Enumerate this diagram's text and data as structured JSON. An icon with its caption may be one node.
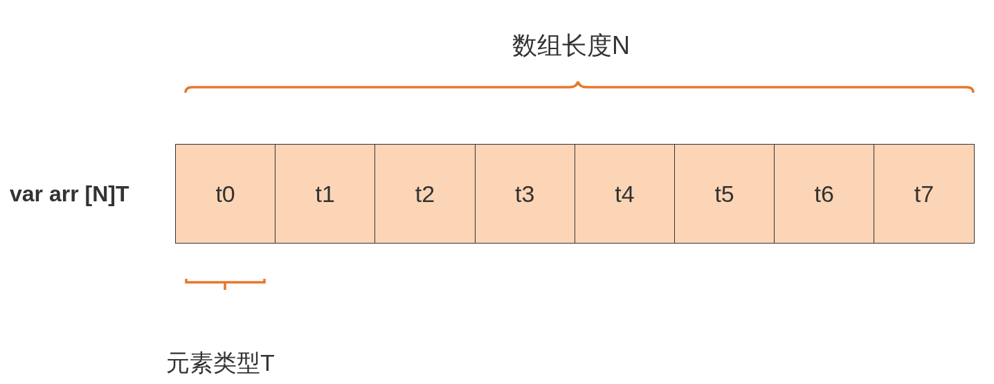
{
  "diagram": {
    "nodes": [
      {
        "text": [
          "t0"
        ]
      },
      {
        "text": [
          "t1"
        ]
      },
      {
        "text": [
          "t2"
        ]
      },
      {
        "text": [
          "t3"
        ]
      },
      {
        "text": [
          "t4"
        ]
      },
      {
        "text": [
          "t5"
        ]
      },
      {
        "text": [
          "t6"
        ]
      },
      {
        "text": [
          "t7"
        ]
      }
    ],
    "labels": [
      "数组长度N",
      "var arr [N]T",
      "元素类型T"
    ]
  }
}
